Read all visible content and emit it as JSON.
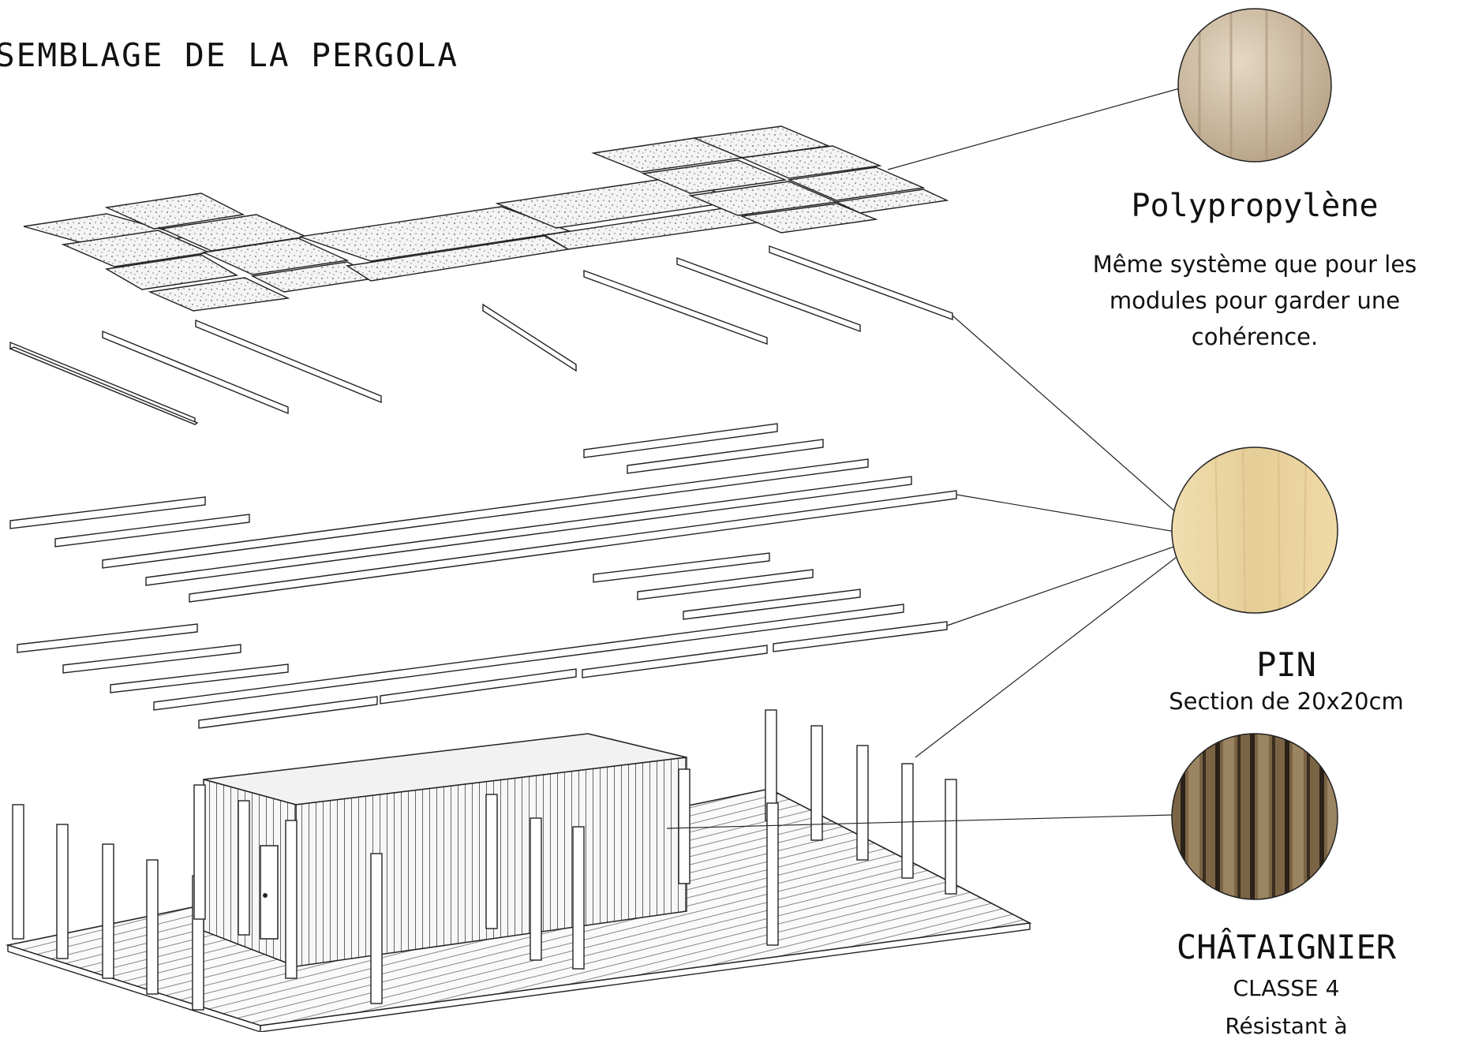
{
  "title": "SEMBLAGE DE LA PERGOLA",
  "materials": [
    {
      "name": "Polypropylène",
      "description": "Même système que pour les modules pour garder une cohérence.",
      "swatch_color": "#cdbba4"
    },
    {
      "name": "PIN",
      "description": "Section de 20x20cm",
      "swatch_color": "#ead7a6"
    },
    {
      "name": "CHÂTAIGNIER",
      "description_lines": [
        "CLASSE 4",
        "Résistant à"
      ],
      "swatch_color": "#6b5538"
    }
  ],
  "colors": {
    "line": "#222222",
    "panel_fill": "#ececec",
    "background": "#ffffff"
  }
}
